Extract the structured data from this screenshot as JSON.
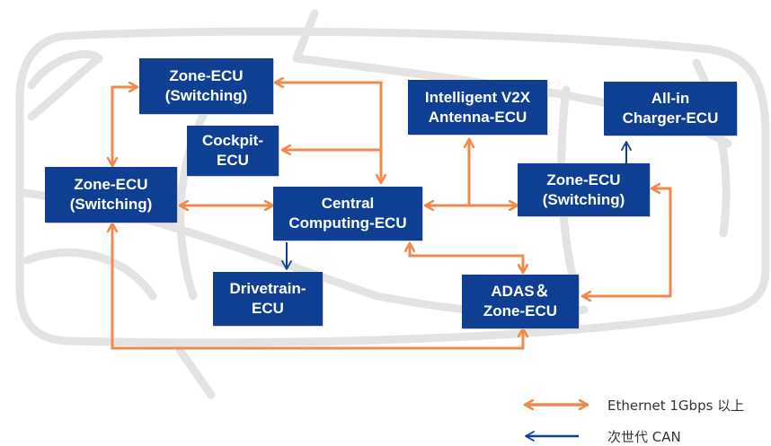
{
  "diagram": {
    "colors": {
      "ecu_fill": "#0f3f93",
      "ecu_text": "#ffffff",
      "ethernet_link": "#f0894a",
      "can_link": "#0f3f93",
      "car_outline": "#e3e3e3"
    },
    "nodes": {
      "zone_top": {
        "line1": "Zone-ECU",
        "line2": "(Switching)"
      },
      "cockpit": {
        "line1": "Cockpit-",
        "line2": "ECU"
      },
      "zone_left": {
        "line1": "Zone-ECU",
        "line2": "(Switching)"
      },
      "central": {
        "line1": "Central",
        "line2": "Computing-ECU"
      },
      "v2x": {
        "line1": "Intelligent V2X",
        "line2": "Antenna-ECU"
      },
      "charger": {
        "line1": "All-in",
        "line2": "Charger-ECU"
      },
      "zone_right": {
        "line1": "Zone-ECU",
        "line2": "(Switching)"
      },
      "drivetrain": {
        "line1": "Drivetrain-",
        "line2": "ECU"
      },
      "adas": {
        "line1": "ADAS＆",
        "line2": "Zone-ECU"
      }
    },
    "links": [
      {
        "from": "zone_top",
        "to": "zone_left",
        "type": "ethernet"
      },
      {
        "from": "zone_top",
        "to": "central",
        "type": "ethernet"
      },
      {
        "from": "cockpit",
        "to": "central",
        "type": "ethernet"
      },
      {
        "from": "zone_left",
        "to": "central",
        "type": "ethernet"
      },
      {
        "from": "central",
        "to": "zone_right",
        "type": "ethernet"
      },
      {
        "from": "central",
        "to": "v2x",
        "type": "ethernet"
      },
      {
        "from": "central",
        "to": "adas",
        "type": "ethernet"
      },
      {
        "from": "zone_right",
        "to": "adas",
        "type": "ethernet"
      },
      {
        "from": "zone_left",
        "to": "adas",
        "type": "ethernet"
      },
      {
        "from": "central",
        "to": "drivetrain",
        "type": "can"
      },
      {
        "from": "zone_right",
        "to": "charger",
        "type": "can"
      }
    ],
    "legend": {
      "ethernet": "Ethernet 1Gbps 以上",
      "can": "次世代 CAN"
    }
  }
}
